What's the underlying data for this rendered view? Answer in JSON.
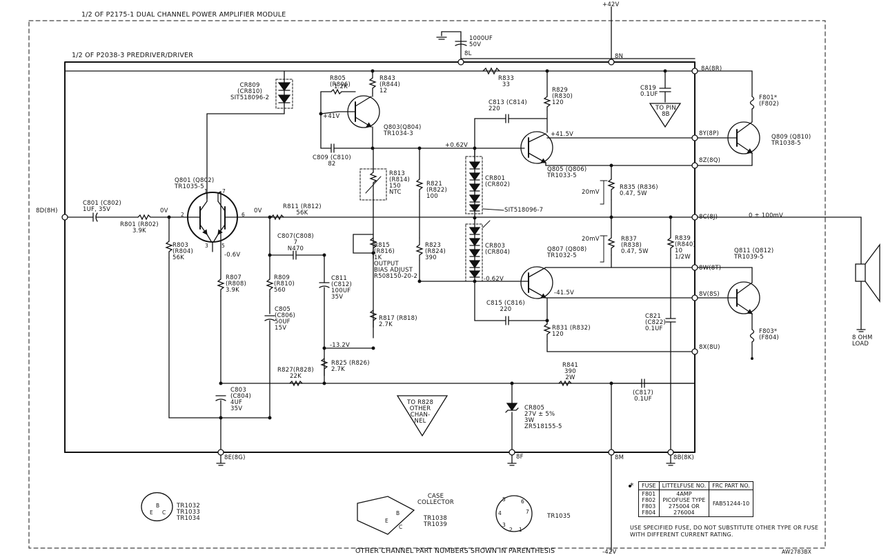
{
  "title": "1/2 OF P2175-1 DUAL CHANNEL POWER AMPLIFIER MODULE",
  "subtitle": "1/2 OF P2038-3 PREDRIVER/DRIVER",
  "footer": "OTHER CHANNEL PART NUMBERS SHOWN IN PARENTHESIS",
  "drawing_number": "AW2783BX",
  "rails": {
    "top": "+42V",
    "bottom": "-42V"
  },
  "terminals": [
    "8D(8H)",
    "8L",
    "8N",
    "8A(8R)",
    "8Y(8P)",
    "8Z(8Q)",
    "8C(8J)",
    "8W(8T)",
    "8V(8S)",
    "8X(8U)",
    "8E(8G)",
    "8F",
    "8M",
    "8B(8K)"
  ],
  "components": {
    "cr809": [
      "CR809",
      "(CR810)",
      "SIT518096-2"
    ],
    "r805": [
      "R805",
      "(R806)",
      "1.2K"
    ],
    "r843": [
      "R843",
      "(R844)",
      "12"
    ],
    "c1000": [
      "1000UF",
      "50V"
    ],
    "r833": [
      "R833",
      "33"
    ],
    "r829": [
      "R829",
      "(R830)",
      "120"
    ],
    "c819": [
      "C819",
      "0.1UF"
    ],
    "fuse_top": [
      "F801*",
      "(F802)"
    ],
    "q803": [
      "Q803(Q804)",
      "TR1034-3"
    ],
    "c813": [
      "C813 (C814)",
      "220"
    ],
    "v41": "+41V",
    "v415": "+41.5V",
    "v062": "+0.62V",
    "q809": [
      "Q809 (Q810)",
      "TR1038-5"
    ],
    "c809": [
      "C809 (C810)",
      "82"
    ],
    "r813": [
      "R813",
      "(R814)",
      "150",
      "NTC"
    ],
    "r821": [
      "R821",
      "(R822)",
      "100"
    ],
    "cr801": [
      "CR801",
      "(CR802)"
    ],
    "q805": [
      "Q805 (Q806)",
      "TR1033-5"
    ],
    "q801": [
      "Q801 (Q802)",
      "TR1035-5"
    ],
    "r835": [
      "R835 (R836)",
      "0.47, 5W"
    ],
    "mv20_top": "20mV",
    "c801": [
      "C801 (C802)",
      "1UF, 35V"
    ],
    "r801": [
      "R801 (R802)",
      "3.9K"
    ],
    "ov_left": "0V",
    "ov_right": "0V",
    "r811": [
      "R811 (R812)",
      "56K"
    ],
    "sit_diodes": "SIT518096-7",
    "output_value": "0 ± 100mV",
    "c807": [
      "C807(C808)",
      "7",
      "N470"
    ],
    "cr803": [
      "CR803",
      "(CR804)"
    ],
    "mv20_bottom": "20mV",
    "r837": [
      "R837",
      "(R838)",
      "0.47, 5W"
    ],
    "r839": [
      "R839",
      "(R840)",
      "10",
      "1/2W"
    ],
    "r803": [
      "R803",
      "(R804)",
      "56K"
    ],
    "v06": "-0.6V",
    "r815": [
      "R815",
      "(R816)",
      "1K",
      "OUTPUT",
      "BIAS ADJUST",
      "R508150-20-2"
    ],
    "r823": [
      "R823",
      "(R824)",
      "390"
    ],
    "q807": [
      "Q807 (Q808)",
      "TR1032-5"
    ],
    "q811": [
      "Q811 (Q812)",
      "TR1039-5"
    ],
    "r807": [
      "R807",
      "(R808)",
      "3.9K"
    ],
    "r809": [
      "R809",
      "(R810)",
      "560"
    ],
    "c811": [
      "C811",
      "(C812)",
      "100UF",
      "35V"
    ],
    "v062n": "-0.62V",
    "v415n": "-41.5V",
    "c815": [
      "C815 (C816)",
      "220"
    ],
    "c805": [
      "C805",
      "(C806)",
      "50UF",
      "15V"
    ],
    "r817": [
      "R817 (R818)",
      "2.7K"
    ],
    "r831": [
      "R831 (R832)",
      "120"
    ],
    "c821": [
      "C821",
      "(C822)",
      "0.1UF"
    ],
    "fuse_bottom": [
      "F803*",
      "(F804)"
    ],
    "v132": "-13.2V",
    "r825": [
      "R825 (R826)",
      "2.7K"
    ],
    "r827": [
      "R827(R828)",
      "22K"
    ],
    "r841": [
      "R841",
      "390",
      "2W"
    ],
    "c817": [
      "(C817)",
      "0.1UF"
    ],
    "c803": [
      "C803",
      "(C804)",
      "4UF",
      "35V"
    ],
    "to_r828": [
      "TO R828",
      "OTHER",
      "CHAN-",
      "NEL"
    ],
    "cr805": [
      "CR805",
      "27V ± 5%",
      "3W",
      "ZR518155-5"
    ],
    "to_pin": [
      "TO PIN",
      "8B"
    ],
    "load": [
      "8 OHM",
      "LOAD"
    ]
  },
  "pin_labels": [
    "1",
    "7",
    "2",
    "6",
    "3",
    "5"
  ],
  "packages": {
    "tr1032": [
      "TR1032",
      "TR1033",
      "TR1034"
    ],
    "tr1032_pins": [
      "B",
      "E",
      "C"
    ],
    "tr1038": [
      "CASE",
      "COLLECTOR",
      "TR1038",
      "TR1039"
    ],
    "tr1038_pins": [
      "B",
      "E",
      "C"
    ],
    "tr1035": "TR1035",
    "tr1035_pins": [
      "5",
      "6",
      "4",
      "7",
      "3",
      "2",
      "1"
    ]
  },
  "fuse_table": {
    "marker": "*",
    "headers": [
      "FUSE",
      "LITTELFUSE NO.",
      "FRC PART NO."
    ],
    "fuses": [
      "F801",
      "F802",
      "F803",
      "F804"
    ],
    "littelfuse": [
      "4AMP",
      "PICOFUSE TYPE",
      "275004 OR",
      "276004"
    ],
    "frc": "FAB51244-10"
  },
  "fuse_note": "USE SPECIFIED FUSE, DO NOT SUBSTITUTE OTHER TYPE OR FUSE WITH DIFFERENT CURRENT RATING."
}
